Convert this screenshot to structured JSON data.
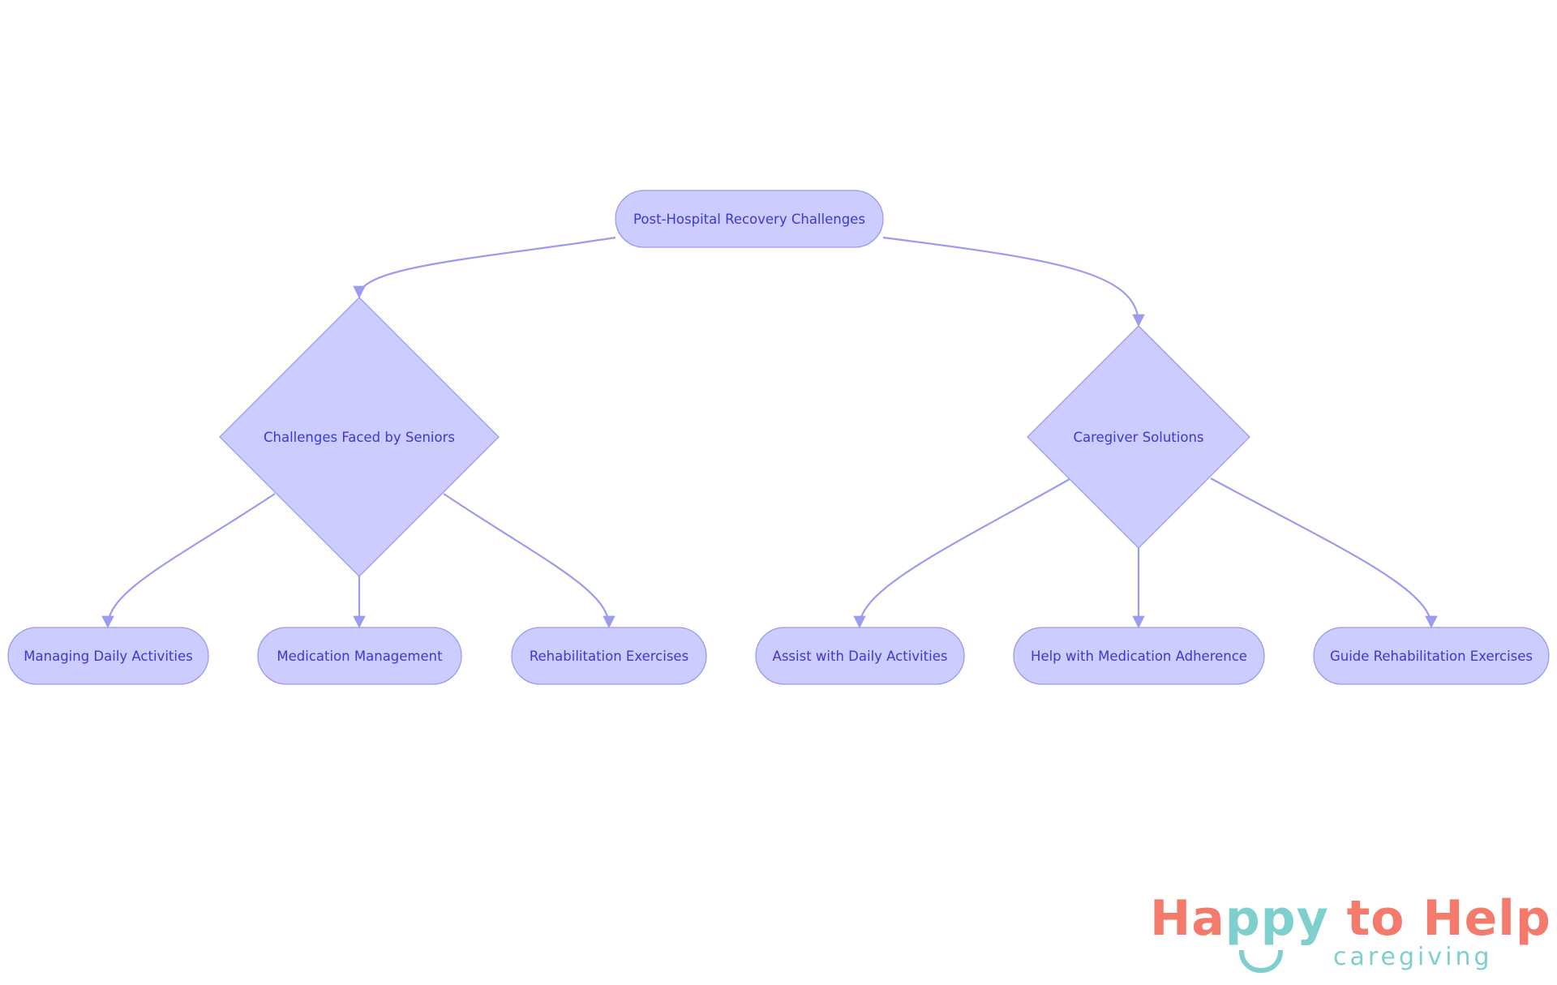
{
  "diagram": {
    "root": {
      "label": "Post-Hospital Recovery Challenges"
    },
    "branches": [
      {
        "label": "Challenges Faced by Seniors",
        "children": [
          "Managing Daily Activities",
          "Medication Management",
          "Rehabilitation Exercises"
        ]
      },
      {
        "label": "Caregiver Solutions",
        "children": [
          "Assist with Daily Activities",
          "Help with Medication Adherence",
          "Guide Rehabilitation Exercises"
        ]
      }
    ],
    "colors": {
      "fill": "#ccccff",
      "stroke": "#9a9aee",
      "text": "#3a3ad2",
      "edge": "#9b9bef"
    }
  },
  "logo": {
    "text_a": "Ha",
    "text_b": "ppy",
    "text_c": " to Help",
    "subtitle": "caregiving",
    "colors": {
      "coral": "#f47a6b",
      "teal": "#7ecfcd"
    }
  }
}
